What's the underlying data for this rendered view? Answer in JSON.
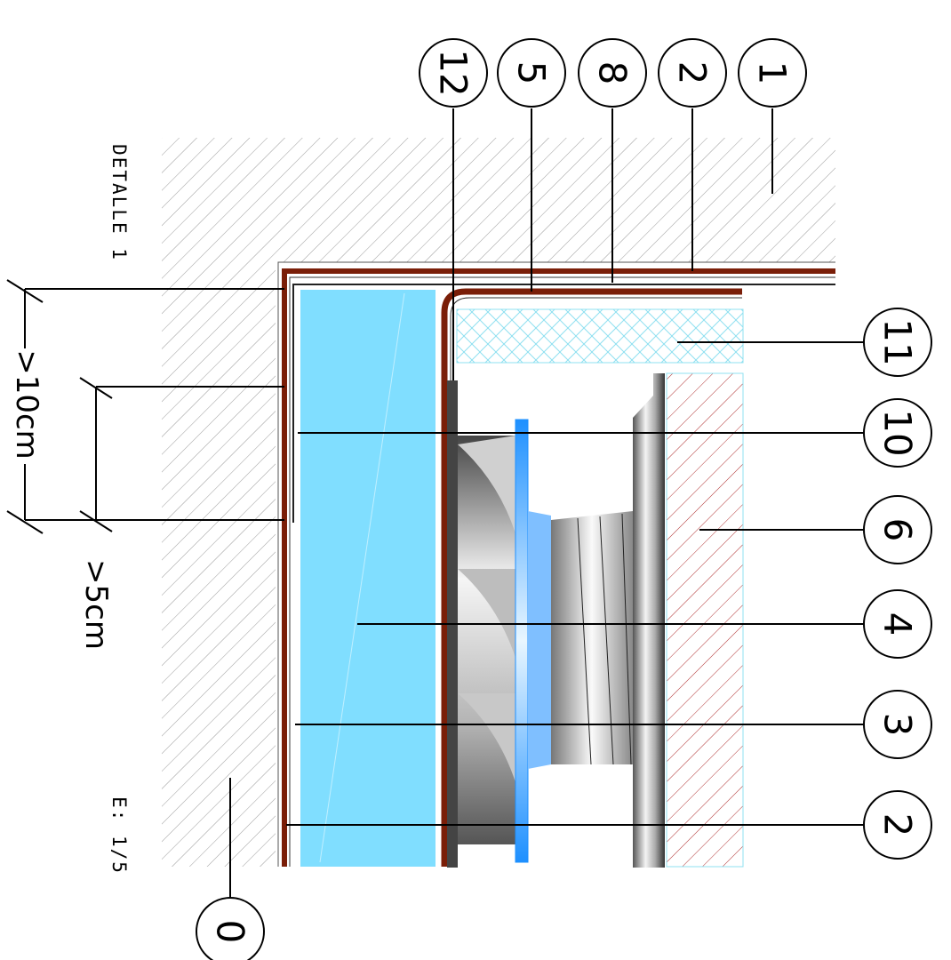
{
  "detail_title": "DETALLE 1",
  "scale_label": "E: 1/5",
  "dimensions": {
    "overlap_10": ">10cm",
    "overlap_5": ">5cm"
  },
  "callouts": {
    "c1": "1",
    "c2_top": "2",
    "c8": "8",
    "c5": "5",
    "c12": "12",
    "c11": "11",
    "c10": "10",
    "c6": "6",
    "c4": "4",
    "c3": "3",
    "c2_right": "2",
    "c0": "0"
  },
  "colors": {
    "membrane": "#7a1e08",
    "board": "#80deff",
    "insulation": "#8fe0f0",
    "brick": "#b03030",
    "hatch": "#9a9a9a"
  }
}
